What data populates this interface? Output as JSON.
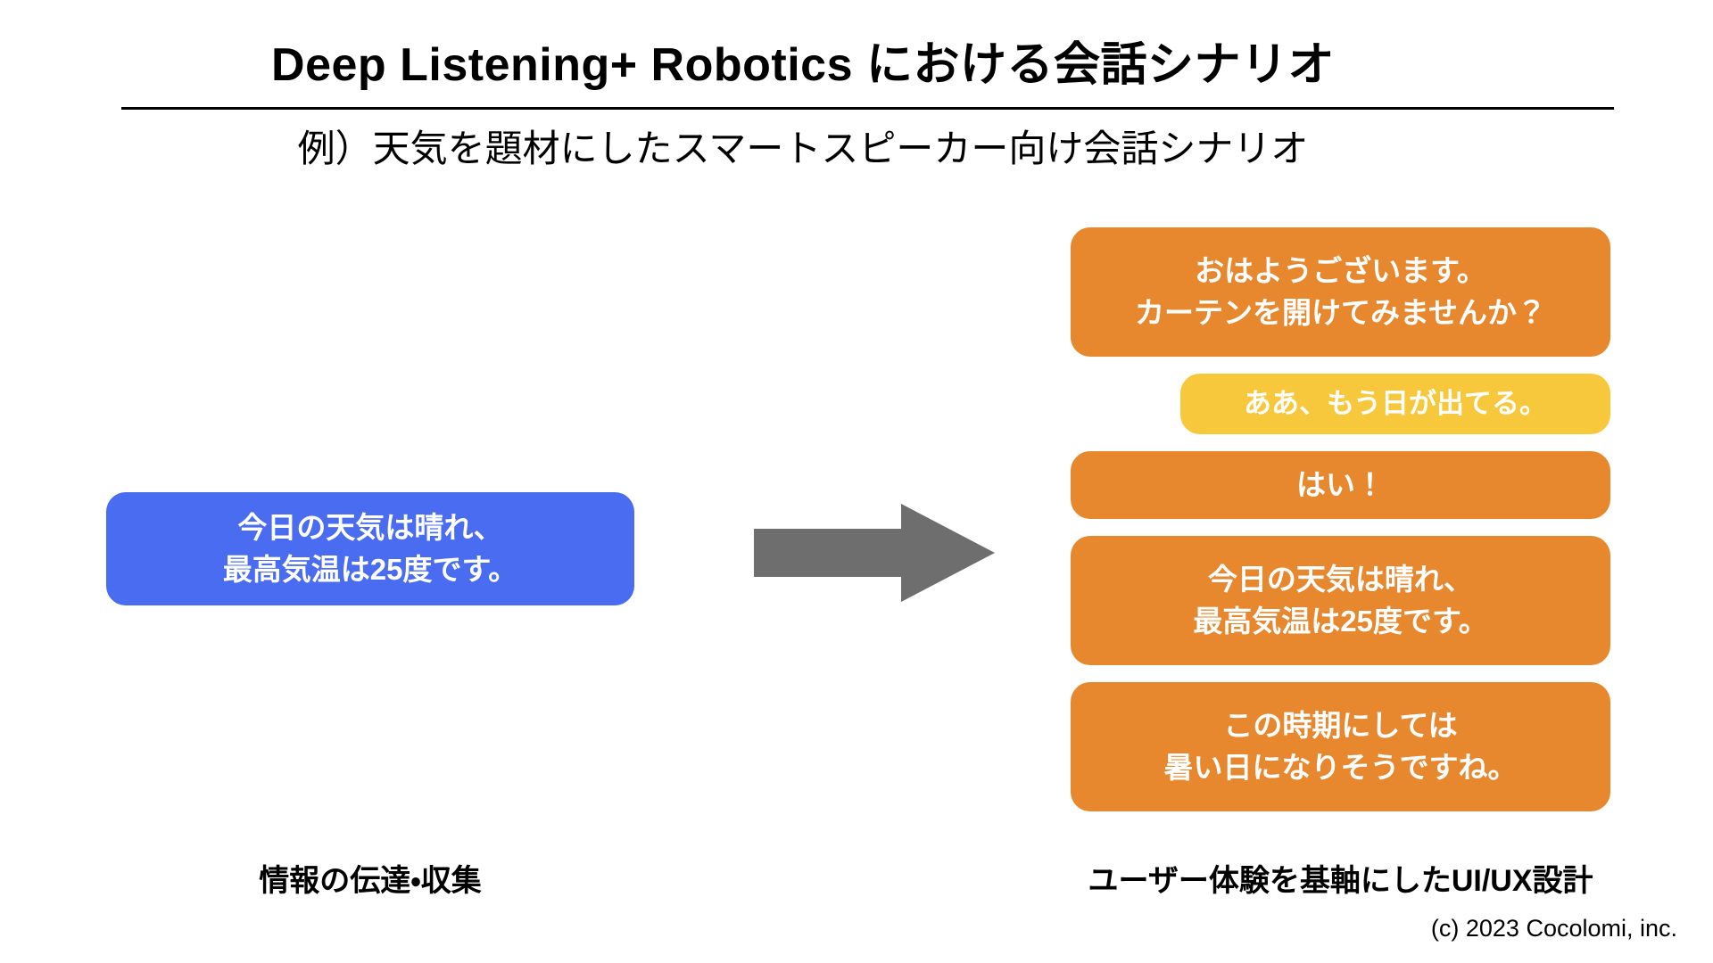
{
  "header": {
    "title": "Deep Listening+ Robotics における会話シナリオ",
    "subtitle": "例）天気を題材にしたスマートスピーカー向け会話シナリオ"
  },
  "colors": {
    "assistant_bubble": "#e8882e",
    "user_bubble": "#f8c83c",
    "plain_bubble": "#4a6cf0",
    "arrow": "#6e6e6e",
    "text_on_bubble": "#ffffff",
    "body_text": "#000000"
  },
  "left_panel": {
    "bubble": {
      "role": "system-output",
      "lines": [
        "今日の天気は晴れ、",
        "最高気温は25度です。"
      ]
    },
    "caption": "情報の伝達・収集"
  },
  "arrow": {
    "icon": "right-arrow-icon",
    "direction": "right"
  },
  "right_panel": {
    "caption": "ユーザー体験を基軸にしたUI/UX設計",
    "messages": [
      {
        "role": "assistant",
        "size": "size-2line",
        "lines": [
          "おはようございます。",
          "カーテンを開けてみませんか？"
        ]
      },
      {
        "role": "user",
        "size": "size-user",
        "lines": [
          "ああ、もう日が出てる。"
        ]
      },
      {
        "role": "assistant",
        "size": "size-1line",
        "lines": [
          "はい！"
        ]
      },
      {
        "role": "assistant",
        "size": "size-2line",
        "lines": [
          "今日の天気は晴れ、",
          "最高気温は25度です。"
        ]
      },
      {
        "role": "assistant",
        "size": "size-2line",
        "lines": [
          "この時期にしては",
          "暑い日になりそうですね。"
        ]
      }
    ]
  },
  "footer": {
    "copyright": "(c) 2023 Cocolomi, inc."
  }
}
